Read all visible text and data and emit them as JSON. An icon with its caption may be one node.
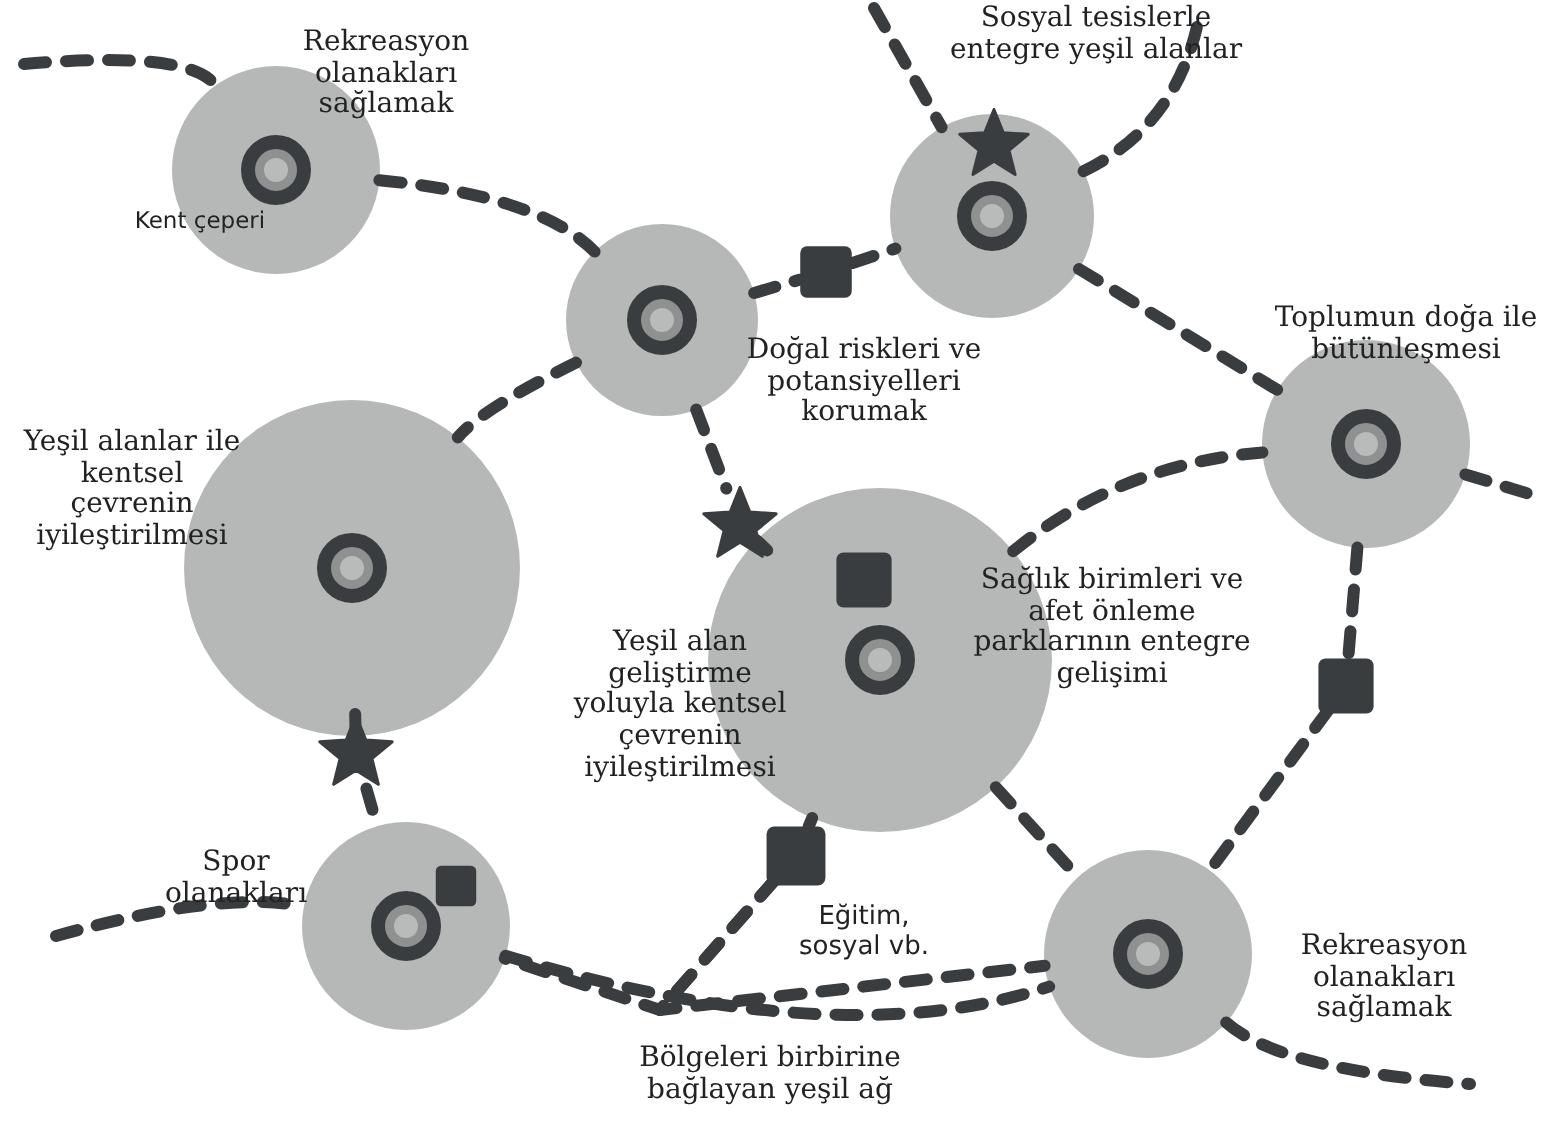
{
  "diagram": {
    "nodes": [
      {
        "text": [
          "Rekreasyon olanakları sağlamak",
          "Kent çeperi"
        ]
      },
      {
        "text": [
          "Sosyal tesislerle entegre yeşil alanlar"
        ]
      },
      {
        "text": [],
        "shape": "star",
        "in": 1
      },
      {
        "text": [],
        "shape": "box"
      },
      {
        "text": [
          "Doğal riskleri ve potansiyelleri korumak"
        ]
      },
      {
        "text": [
          "Toplumun doğa ile bütünleşmesi"
        ]
      },
      {
        "text": [
          "Yeşil alanlar ile kentsel çevrenin iyileştirilmesi"
        ]
      },
      {
        "text": [],
        "shape": "star"
      },
      {
        "text": [
          "Sağlık birimleri ve afet önleme parklarının entegre gelişimi",
          "Yeşil alan geliştirme yoluyla kentsel çevrenin iyileştirilmesi"
        ]
      },
      {
        "text": [],
        "shape": "box",
        "in": 8
      },
      {
        "text": [],
        "shape": "star"
      },
      {
        "text": [
          "Spor olanakları"
        ]
      },
      {
        "text": [],
        "shape": "box",
        "in": 11
      },
      {
        "text": [],
        "shape": "box"
      },
      {
        "text": [],
        "shape": "box"
      },
      {
        "text": [
          "Rekreasyon olanakları sağlamak"
        ]
      }
    ],
    "edges": [
      {
        "from": null,
        "to": 0,
        "arrow": "none"
      },
      {
        "from": 0,
        "to": 4,
        "arrow": "none"
      },
      {
        "from": 4,
        "to": 3,
        "arrow": "none"
      },
      {
        "from": 3,
        "to": 1,
        "arrow": "none"
      },
      {
        "from": null,
        "to": 1,
        "arrow": "none"
      },
      {
        "from": 1,
        "to": null,
        "arrow": "none"
      },
      {
        "from": 1,
        "to": 5,
        "arrow": "none"
      },
      {
        "from": 5,
        "to": null,
        "arrow": "none"
      },
      {
        "from": 4,
        "to": 6,
        "arrow": "none"
      },
      {
        "from": 4,
        "to": 7,
        "arrow": "none"
      },
      {
        "from": 7,
        "to": 8,
        "arrow": "none"
      },
      {
        "from": 8,
        "to": 5,
        "arrow": "none"
      },
      {
        "from": 6,
        "to": 10,
        "arrow": "none"
      },
      {
        "from": 10,
        "to": 11,
        "arrow": "none"
      },
      {
        "from": null,
        "to": 11,
        "arrow": "none"
      },
      {
        "from": 11,
        "to": 15,
        "arrow": "none"
      },
      {
        "from": 8,
        "to": 13,
        "arrow": "none"
      },
      {
        "from": 13,
        "to": 11,
        "arrow": "none"
      },
      {
        "from": 13,
        "to": 15,
        "arrow": "none"
      },
      {
        "from": 8,
        "to": 15,
        "arrow": "none"
      },
      {
        "from": 5,
        "to": 14,
        "arrow": "none"
      },
      {
        "from": 14,
        "to": 15,
        "arrow": "none"
      },
      {
        "from": 15,
        "to": null,
        "arrow": "none"
      }
    ],
    "labels": [
      "Eğitim, sosyal vb.",
      "Bölgeleri birbirine bağlayan yeşil ağ"
    ]
  }
}
